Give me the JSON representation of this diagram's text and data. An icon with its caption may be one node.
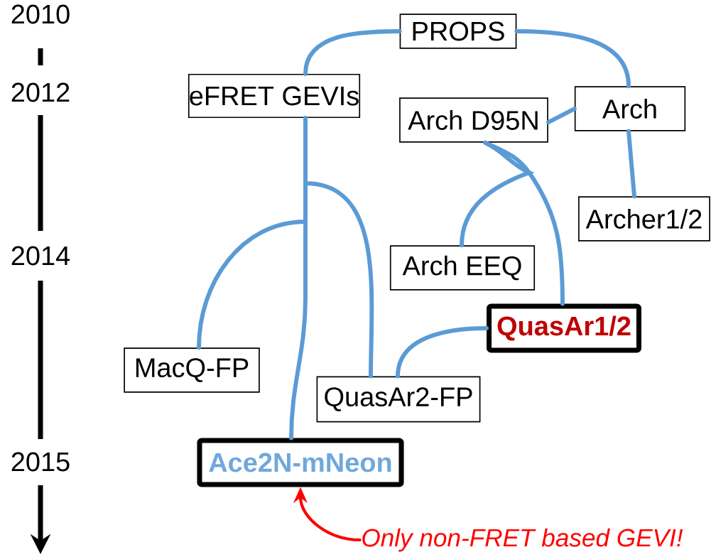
{
  "diagram": {
    "nodes": [
      {
        "text": [
          "PROPS"
        ]
      },
      {
        "text": [
          "eFRET GEVIs"
        ]
      },
      {
        "text": [
          "Arch D95N"
        ]
      },
      {
        "text": [
          "Arch"
        ]
      },
      {
        "text": [
          "Archer1/2"
        ]
      },
      {
        "text": [
          "Arch EEQ"
        ]
      },
      {
        "text": [
          "QuasAr1/2"
        ]
      },
      {
        "text": [
          "MacQ-FP"
        ]
      },
      {
        "text": [
          "QuasAr2-FP"
        ]
      },
      {
        "text": [
          "Ace2N-mNeon"
        ]
      },
      {
        "text": [
          "Only non-FRET based GEVI!"
        ]
      }
    ],
    "edges": [
      {
        "from": 0,
        "to": 1,
        "arrow": "none"
      },
      {
        "from": 0,
        "to": 3,
        "arrow": "none"
      },
      {
        "from": 3,
        "to": 2,
        "arrow": "none"
      },
      {
        "from": 3,
        "to": 4,
        "arrow": "none"
      },
      {
        "from": 2,
        "to": 5,
        "arrow": "none"
      },
      {
        "from": 2,
        "to": 6,
        "arrow": "none"
      },
      {
        "from": 1,
        "to": 7,
        "arrow": "none"
      },
      {
        "from": 1,
        "to": 8,
        "arrow": "none"
      },
      {
        "from": 1,
        "to": 9,
        "arrow": "none"
      },
      {
        "from": 6,
        "to": 8,
        "arrow": "none"
      },
      {
        "from": 10,
        "to": 9,
        "arrow": "to",
        "color": "#ff0000"
      }
    ],
    "labels": [
      "2010",
      "2012",
      "2014",
      "2015"
    ]
  }
}
